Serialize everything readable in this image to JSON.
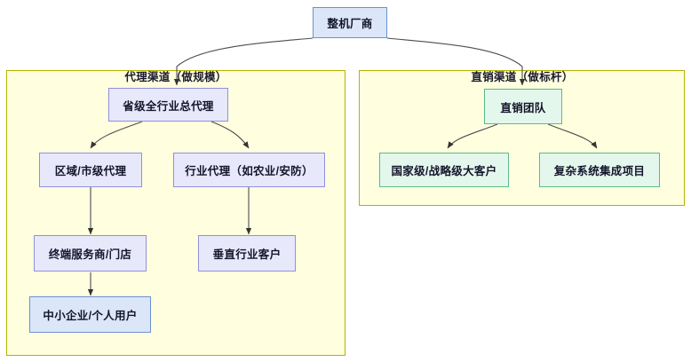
{
  "diagram": {
    "type": "flowchart",
    "title_node": {
      "label": "整机厂商"
    },
    "clusters": [
      {
        "id": "agent-channel",
        "label": "代理渠道（做规模）",
        "color": "#ffffe0",
        "border_color": "#b3b300"
      },
      {
        "id": "direct-channel",
        "label": "直销渠道（做标杆）",
        "color": "#ffffe0",
        "border_color": "#b3b300"
      }
    ],
    "nodes": {
      "root": "整机厂商",
      "agent_master": "省级全行业总代理",
      "agent_region": "区域/市级代理",
      "agent_industry": "行业代理（如农业/安防）",
      "agent_terminal": "终端服务商/门店",
      "agent_sme": "中小企业/个人用户",
      "agent_vertical": "垂直行业客户",
      "direct_team": "直销团队",
      "direct_key_account": "国家级/战略级大客户",
      "direct_integration": "复杂系统集成项目"
    },
    "edges": [
      {
        "from": "整机厂商",
        "to": "省级全行业总代理"
      },
      {
        "from": "整机厂商",
        "to": "直销团队"
      },
      {
        "from": "省级全行业总代理",
        "to": "区域/市级代理"
      },
      {
        "from": "省级全行业总代理",
        "to": "行业代理（如农业/安防）"
      },
      {
        "from": "区域/市级代理",
        "to": "终端服务商/门店"
      },
      {
        "from": "终端服务商/门店",
        "to": "中小企业/个人用户"
      },
      {
        "from": "行业代理（如农业/安防）",
        "to": "垂直行业客户"
      },
      {
        "from": "直销团队",
        "to": "国家级/战略级大客户"
      },
      {
        "from": "直销团队",
        "to": "复杂系统集成项目"
      }
    ],
    "colors": {
      "node_blue_fill": "#dbe7f8",
      "node_blue_border": "#6b8fd4",
      "node_lavender_fill": "#e8e8fb",
      "node_lavender_border": "#8f8fe0",
      "node_green_fill": "#e3f7ec",
      "node_green_border": "#5cba8a",
      "cluster_fill": "#ffffe0",
      "cluster_border": "#b3b300",
      "edge": "#4d4d4d"
    }
  }
}
